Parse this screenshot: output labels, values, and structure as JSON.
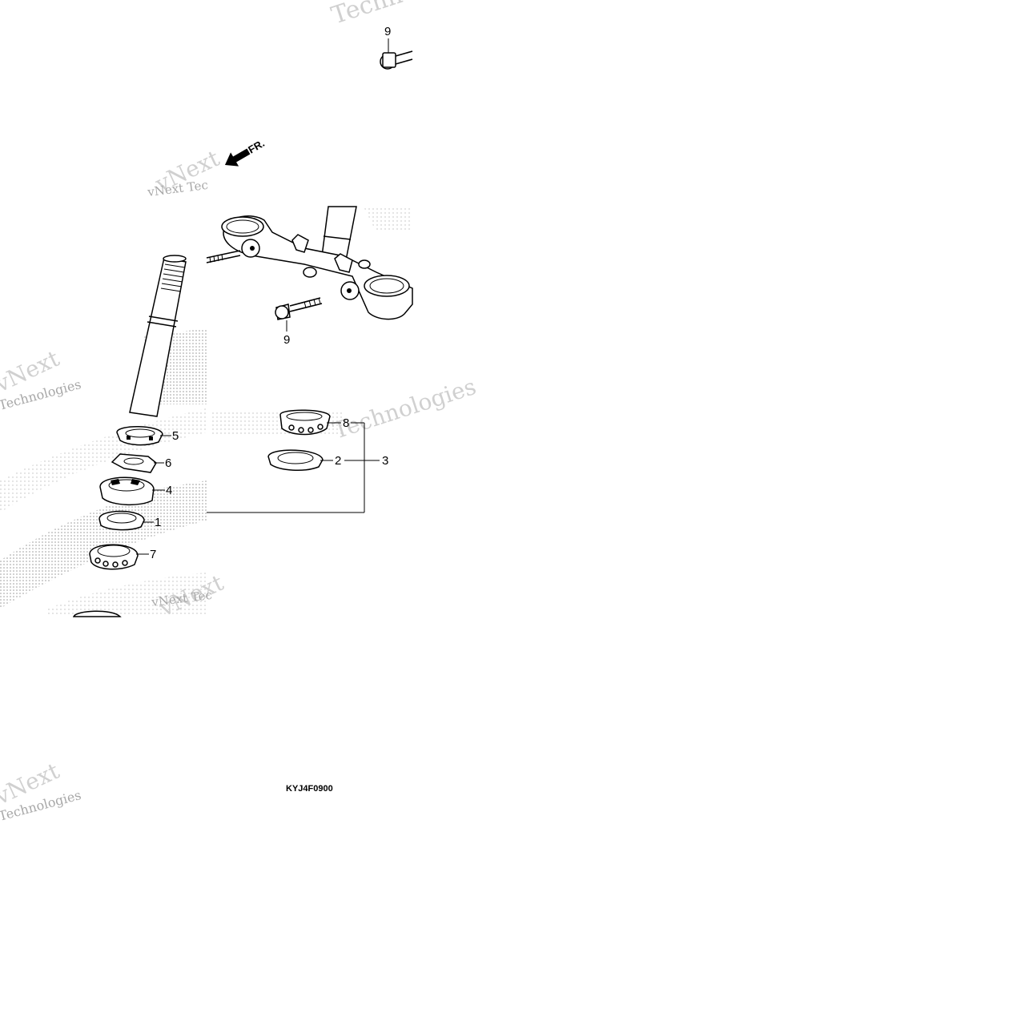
{
  "diagram": {
    "direction_arrow_label": "FR.",
    "figure_code": "KYJ4F0900",
    "watermark": {
      "line1": "vNext",
      "line2": "Technologies",
      "inline": "vNext Tec"
    },
    "callouts": {
      "p1": "1",
      "p2": "2",
      "p3": "3",
      "p4": "4",
      "p5": "5",
      "p6": "6",
      "p7": "7",
      "p8": "8",
      "p9_top": "9",
      "p9_bottom": "9"
    }
  }
}
